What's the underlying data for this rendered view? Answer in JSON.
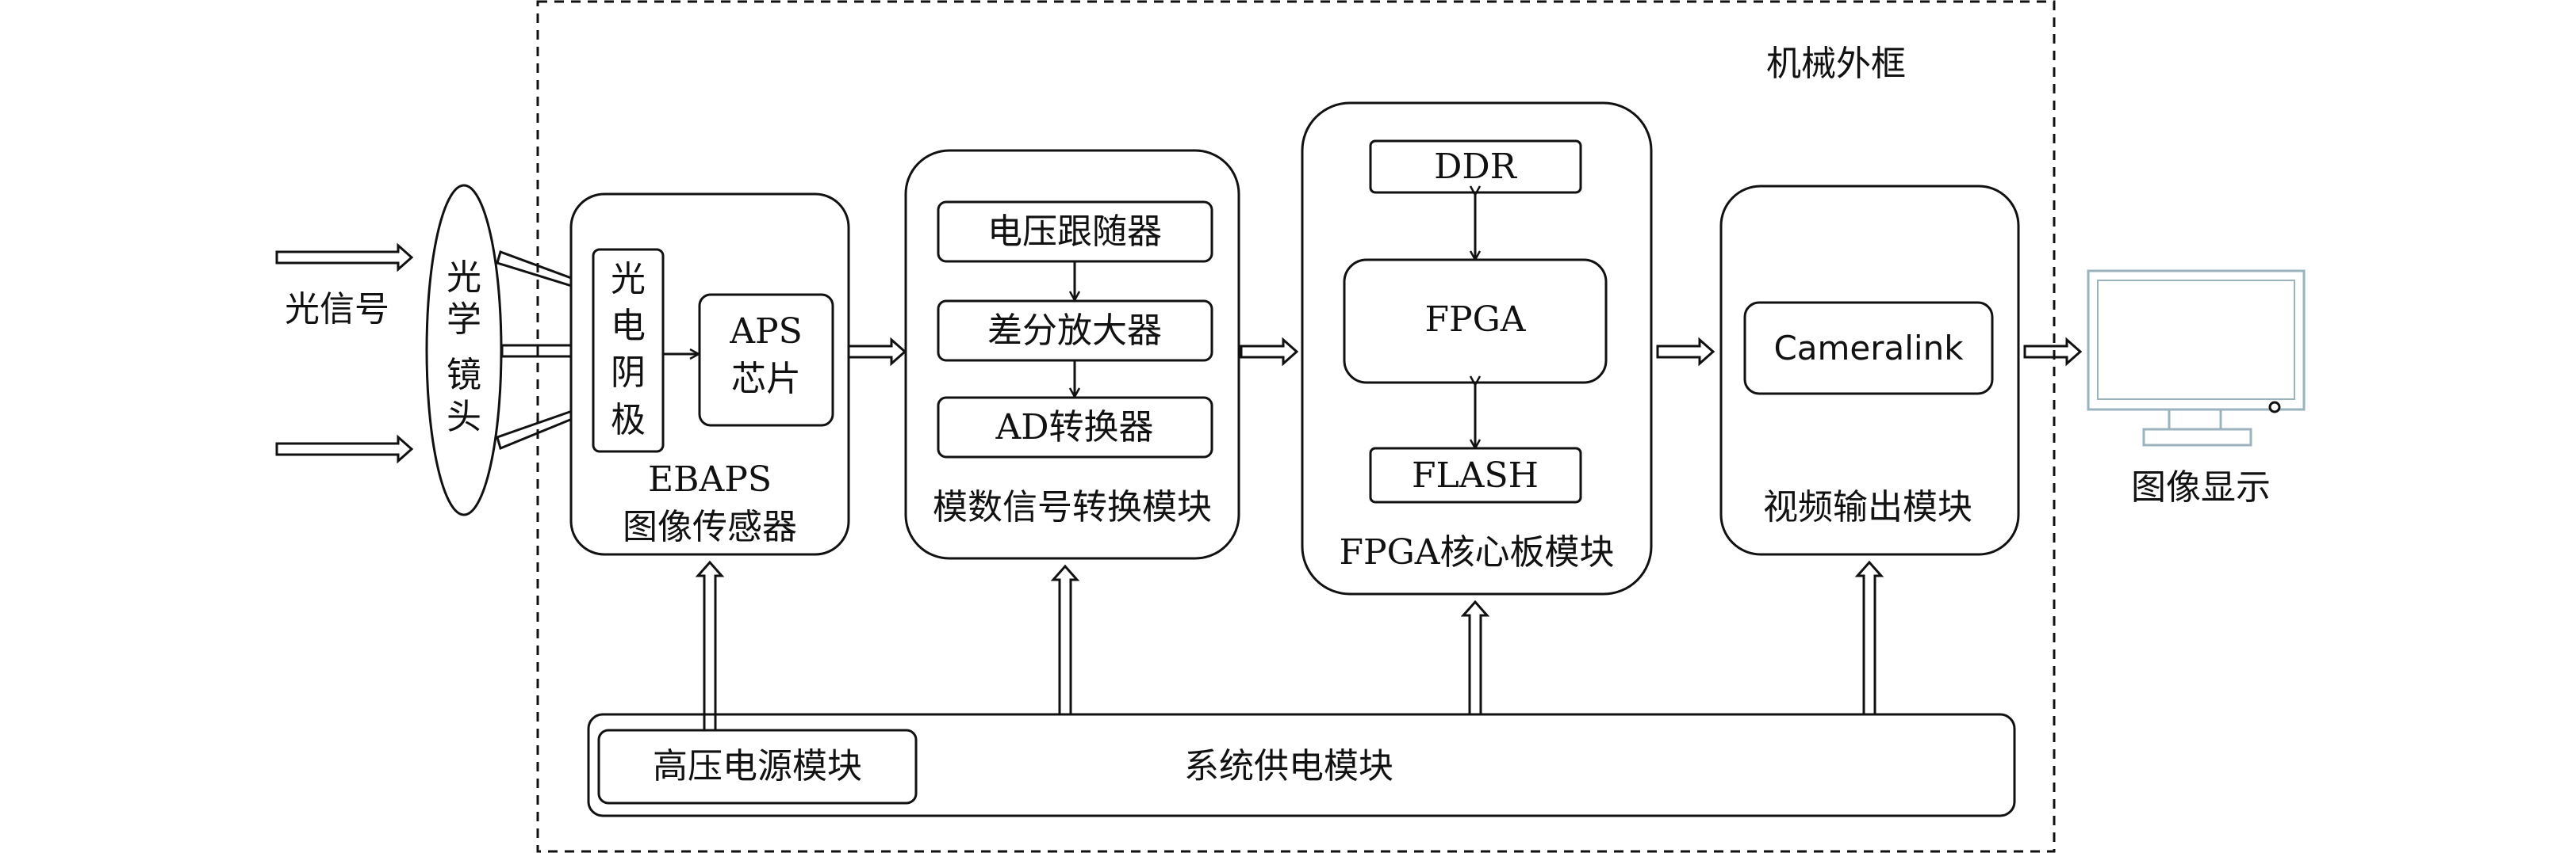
{
  "frame_label": "机械外框",
  "input": {
    "label": "光信号"
  },
  "lens": {
    "lines": [
      "光",
      "学",
      "镜",
      "头"
    ]
  },
  "ebaps": {
    "photocathode_lines": [
      "光",
      "电",
      "阴",
      "极"
    ],
    "aps_lines": [
      "APS",
      "芯片"
    ],
    "title_lines": [
      "EBAPS",
      "图像传感器"
    ]
  },
  "adc": {
    "items": [
      "电压跟随器",
      "差分放大器",
      "AD转换器"
    ],
    "title": "模数信号转换模块"
  },
  "fpga": {
    "ddr": "DDR",
    "core": "FPGA",
    "flash": "FLASH",
    "title": "FPGA核心板模块"
  },
  "video": {
    "cameralink": "Cameralink",
    "title": "视频输出模块"
  },
  "display": {
    "label": "图像显示",
    "icon": "monitor-icon"
  },
  "power": {
    "hv": "高压电源模块",
    "system": "系统供电模块"
  }
}
